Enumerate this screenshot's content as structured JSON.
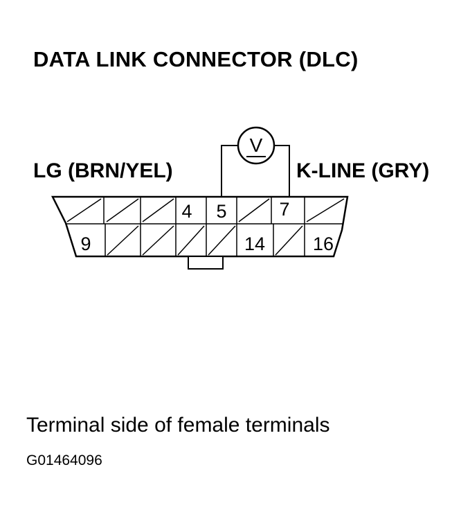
{
  "title": "DATA LINK CONNECTOR (DLC)",
  "left_label": "LG (BRN/YEL)",
  "right_label": "K-LINE (GRY)",
  "meter_symbol": "V",
  "pins": {
    "row1": [
      "",
      "",
      "",
      "4",
      "5",
      "",
      "7",
      ""
    ],
    "row2": [
      "9",
      "",
      "",
      "",
      "",
      "14",
      "",
      "16"
    ]
  },
  "caption": "Terminal side of female terminals",
  "figure_code": "G01464096"
}
